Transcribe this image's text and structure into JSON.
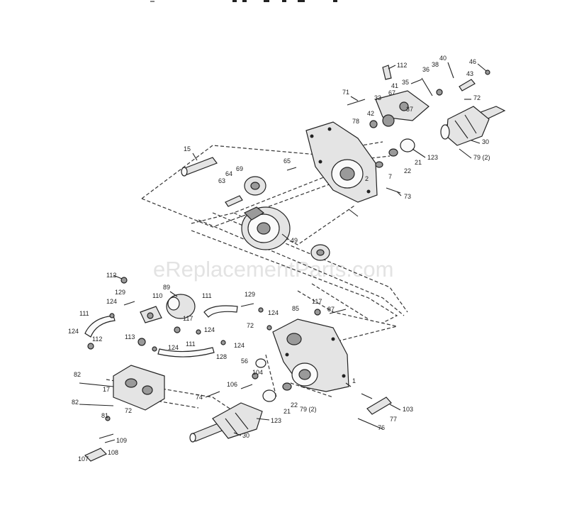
{
  "watermark": "eReplacementParts.com",
  "labels": [
    {
      "id": "l112a",
      "text": "112"
    },
    {
      "id": "l71",
      "text": "71"
    },
    {
      "id": "l41",
      "text": "41"
    },
    {
      "id": "l67",
      "text": "67"
    },
    {
      "id": "l35",
      "text": "35"
    },
    {
      "id": "l36",
      "text": "36"
    },
    {
      "id": "l38",
      "text": "38"
    },
    {
      "id": "l40",
      "text": "40"
    },
    {
      "id": "l46",
      "text": "46"
    },
    {
      "id": "l43",
      "text": "43"
    },
    {
      "id": "l72a",
      "text": "72"
    },
    {
      "id": "l33",
      "text": "33"
    },
    {
      "id": "l42",
      "text": "42"
    },
    {
      "id": "l37",
      "text": "37"
    },
    {
      "id": "l78",
      "text": "78"
    },
    {
      "id": "l30a",
      "text": "30"
    },
    {
      "id": "l79a",
      "text": "79 (2)"
    },
    {
      "id": "l123a",
      "text": "123"
    },
    {
      "id": "l21a",
      "text": "21"
    },
    {
      "id": "l22a",
      "text": "22"
    },
    {
      "id": "l7a",
      "text": "7"
    },
    {
      "id": "l15",
      "text": "15"
    },
    {
      "id": "l65",
      "text": "65"
    },
    {
      "id": "l69",
      "text": "69"
    },
    {
      "id": "l64",
      "text": "64"
    },
    {
      "id": "l63",
      "text": "63"
    },
    {
      "id": "l49",
      "text": "49"
    },
    {
      "id": "l73",
      "text": "73"
    },
    {
      "id": "l2",
      "text": "2"
    },
    {
      "id": "l112b",
      "text": "112"
    },
    {
      "id": "l129a",
      "text": "129"
    },
    {
      "id": "l124a",
      "text": "124"
    },
    {
      "id": "l110",
      "text": "110"
    },
    {
      "id": "l89",
      "text": "89"
    },
    {
      "id": "l111a",
      "text": "111"
    },
    {
      "id": "l129b",
      "text": "129"
    },
    {
      "id": "l124b",
      "text": "124"
    },
    {
      "id": "l111b",
      "text": "111"
    },
    {
      "id": "l124c",
      "text": "124"
    },
    {
      "id": "l112c",
      "text": "112"
    },
    {
      "id": "l117a",
      "text": "117"
    },
    {
      "id": "l124d",
      "text": "124"
    },
    {
      "id": "l113",
      "text": "113"
    },
    {
      "id": "l124e",
      "text": "124"
    },
    {
      "id": "l111c",
      "text": "111"
    },
    {
      "id": "l124f",
      "text": "124"
    },
    {
      "id": "l128",
      "text": "128"
    },
    {
      "id": "l85",
      "text": "85"
    },
    {
      "id": "l117b",
      "text": "117"
    },
    {
      "id": "l87",
      "text": "87"
    },
    {
      "id": "l72b",
      "text": "72"
    },
    {
      "id": "l56",
      "text": "56"
    },
    {
      "id": "l104",
      "text": "104"
    },
    {
      "id": "l106",
      "text": "106"
    },
    {
      "id": "l74",
      "text": "74"
    },
    {
      "id": "l82a",
      "text": "82"
    },
    {
      "id": "l17",
      "text": "17"
    },
    {
      "id": "l82b",
      "text": "82"
    },
    {
      "id": "l72c",
      "text": "72"
    },
    {
      "id": "l81",
      "text": "81"
    },
    {
      "id": "l21b",
      "text": "21"
    },
    {
      "id": "l22b",
      "text": "22"
    },
    {
      "id": "l79b",
      "text": "79 (2)"
    },
    {
      "id": "l1",
      "text": "1"
    },
    {
      "id": "l103",
      "text": "103"
    },
    {
      "id": "l77",
      "text": "77"
    },
    {
      "id": "l76",
      "text": "76"
    },
    {
      "id": "l123b",
      "text": "123"
    },
    {
      "id": "l30b",
      "text": "30"
    },
    {
      "id": "l109",
      "text": "109"
    },
    {
      "id": "l108",
      "text": "108"
    },
    {
      "id": "l107",
      "text": "107"
    }
  ]
}
